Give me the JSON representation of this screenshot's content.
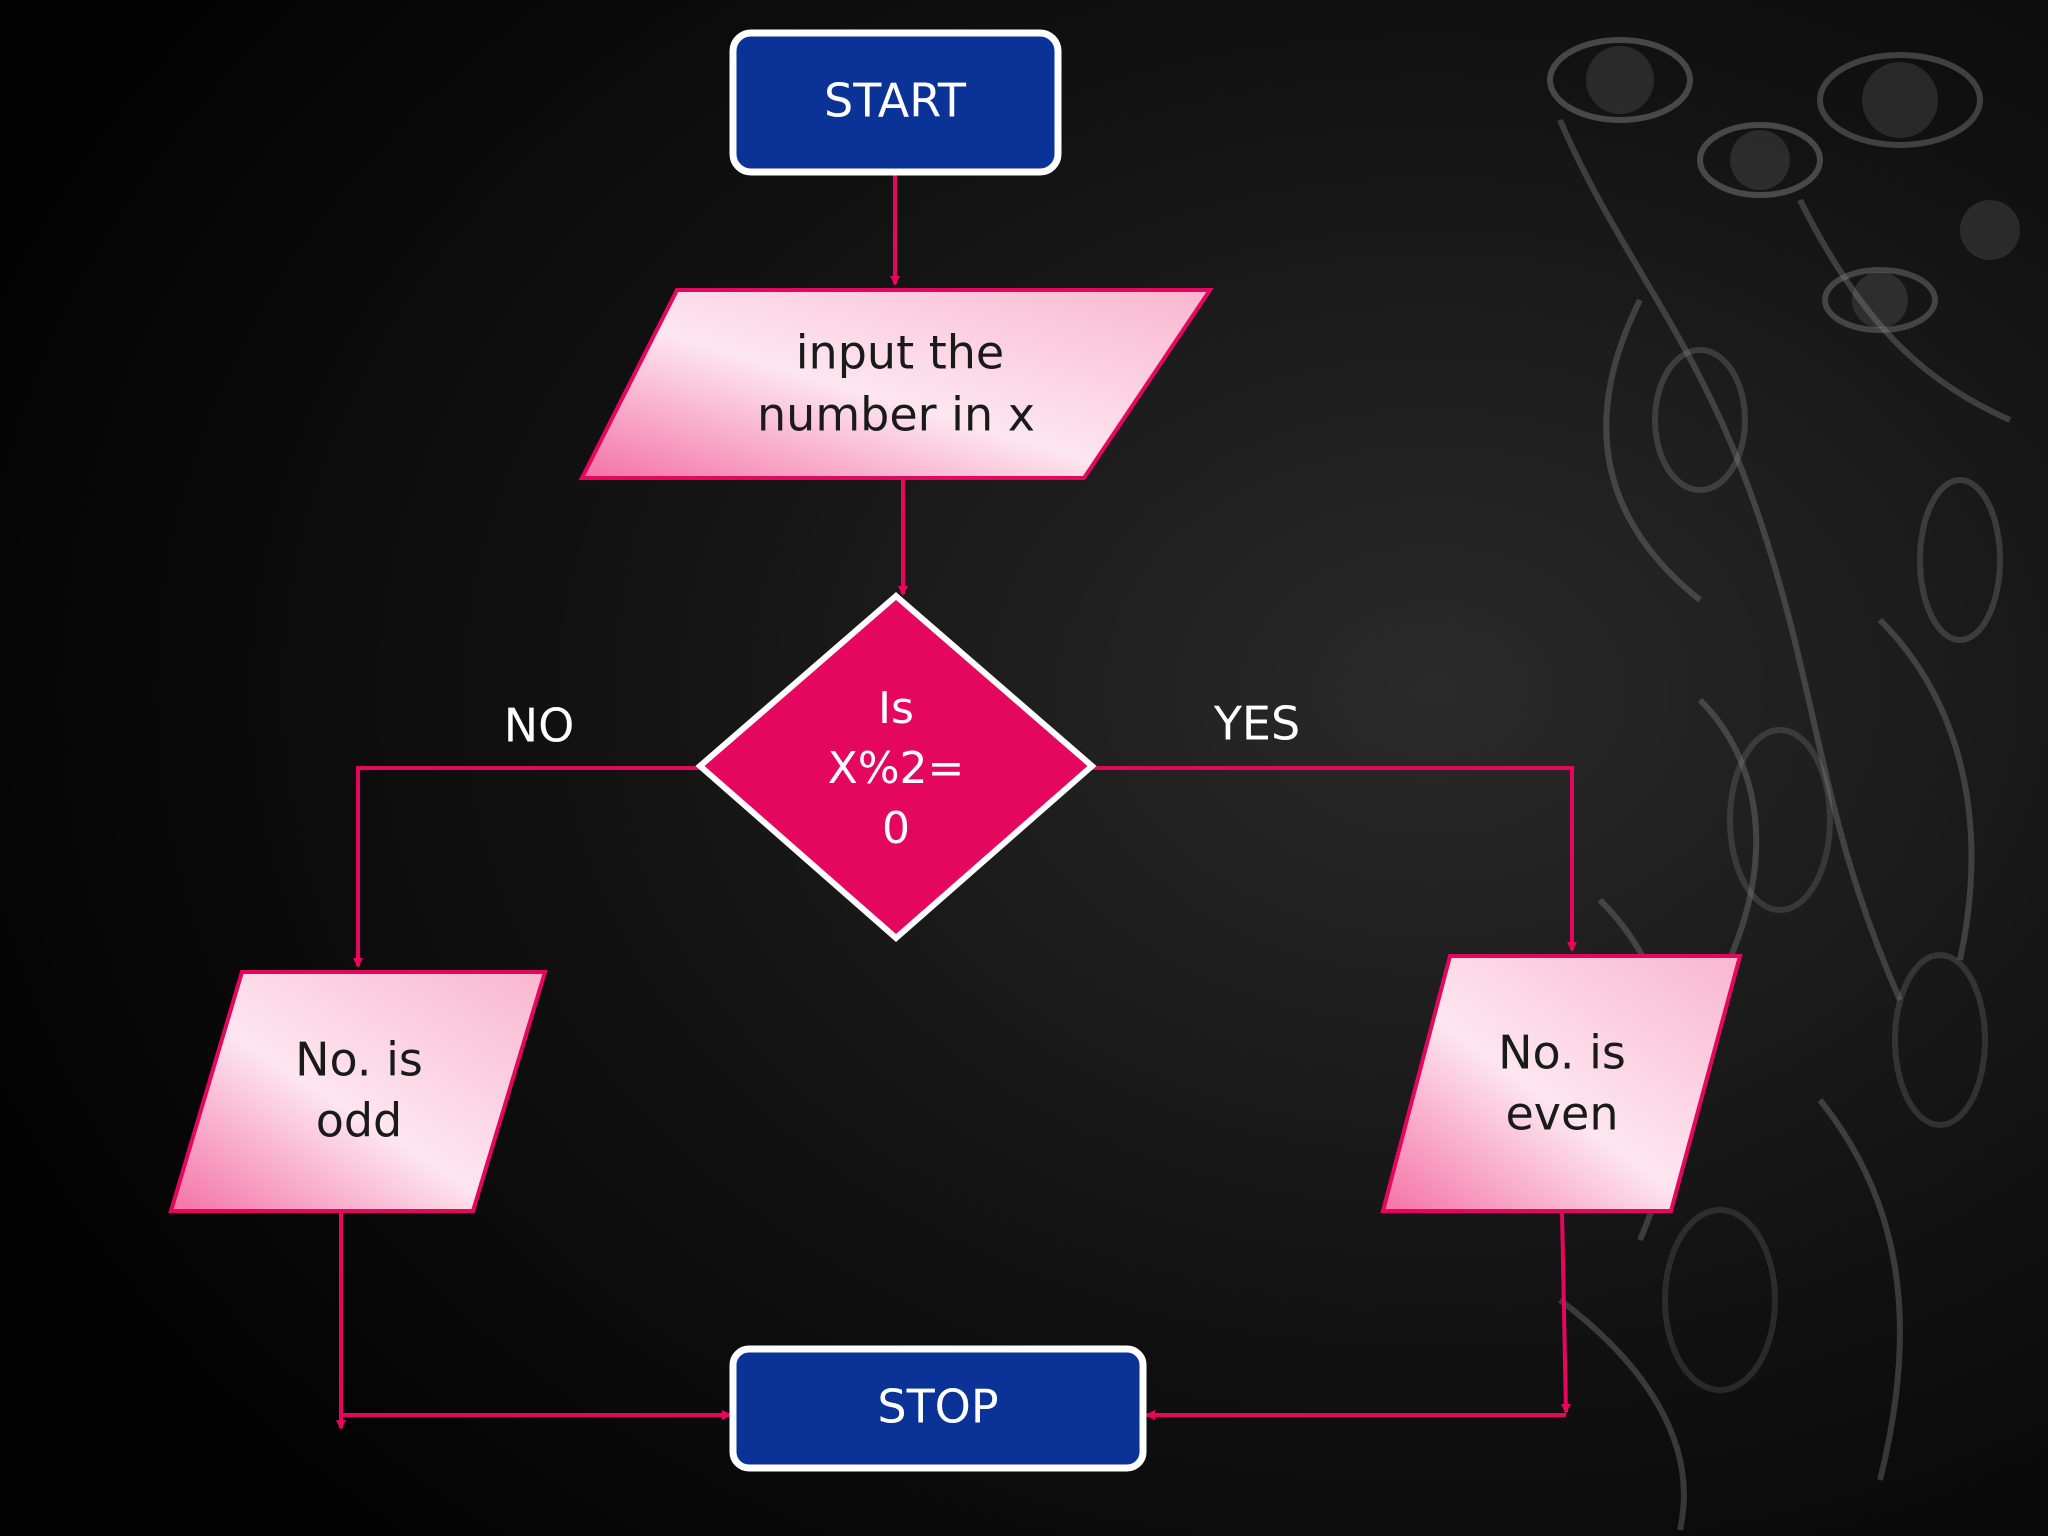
{
  "colors": {
    "background": "#050505",
    "terminal_fill": "#0b3296",
    "terminal_border": "#ffffff",
    "decision_fill": "#e5075e",
    "io_fill_light": "#fde6ef",
    "io_fill_dark": "#f472a6",
    "connector": "#e5075e"
  },
  "flowchart": {
    "start": "START",
    "input": {
      "line1": "input the",
      "line2": "number in x"
    },
    "decision": {
      "line1": "Is",
      "line2": "X%2=",
      "line3": "0"
    },
    "no_label": "NO",
    "yes_label": "YES",
    "odd": {
      "line1": "No. is",
      "line2": "odd"
    },
    "even": {
      "line1": "No. is",
      "line2": "even"
    },
    "stop": "STOP"
  }
}
